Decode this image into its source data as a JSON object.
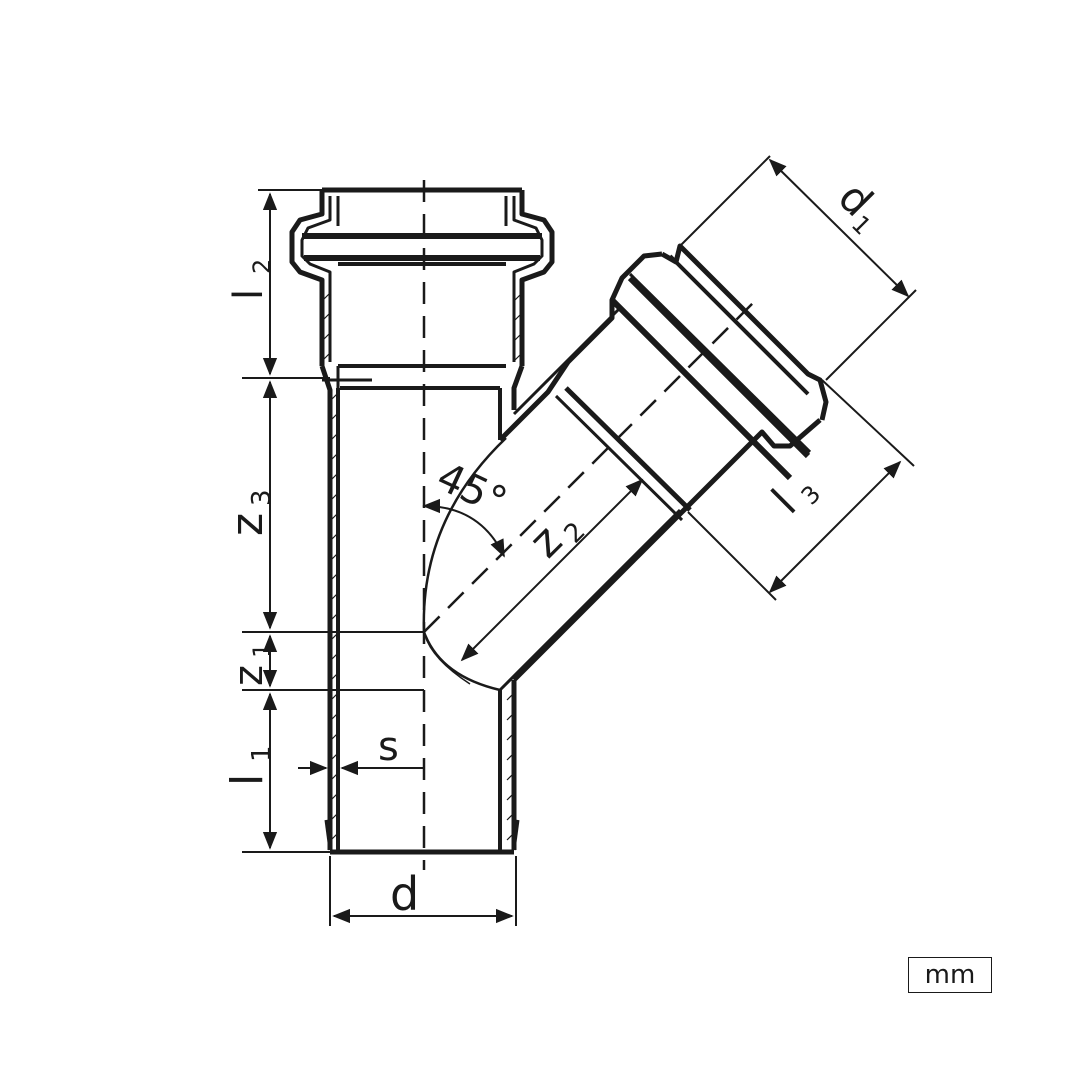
{
  "diagram": {
    "labels": {
      "l2": {
        "main": "l",
        "sub": "2"
      },
      "z3": {
        "main": "z",
        "sub": "3"
      },
      "z1": {
        "main": "z",
        "sub": "1"
      },
      "l1": {
        "main": "l",
        "sub": "1"
      },
      "s": "s",
      "d": "d",
      "d1": {
        "main": "d",
        "sub": "1"
      },
      "l3": {
        "main": "l",
        "sub": "3"
      },
      "z2": {
        "main": "z",
        "sub": "2"
      },
      "angle": "45°"
    },
    "unit": "mm",
    "colors": {
      "line": "#1a1a1a",
      "hatch": "#1a1a1a",
      "background": "#ffffff"
    }
  }
}
